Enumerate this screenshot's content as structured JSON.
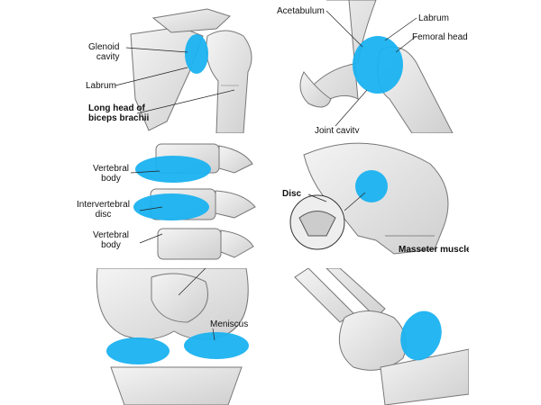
{
  "figure": {
    "panels": [
      {
        "id": "shoulder",
        "labels": {
          "glenoid": "Glenoid\ncavity",
          "labrum": "Labrum",
          "biceps": "Long head of\nbiceps brachii"
        }
      },
      {
        "id": "hip",
        "labels": {
          "acetabulum": "Acetabulum",
          "labrum": "Labrum",
          "femoral_head": "Femoral head",
          "joint_cavity": "Joint cavity"
        }
      },
      {
        "id": "spine",
        "labels": {
          "vertebral_body_top": "Vertebral\nbody",
          "intervertebral_disc": "Intervertebral\ndisc",
          "vertebral_body_bottom": "Vertebral\nbody"
        }
      },
      {
        "id": "tmj",
        "labels": {
          "disc": "Disc",
          "masseter": "Masseter muscle"
        }
      },
      {
        "id": "knee",
        "labels": {
          "meniscus": "Meniscus"
        }
      },
      {
        "id": "wrist",
        "labels": {}
      }
    ],
    "highlight_color": "#1ab2f0",
    "bone_color": "#e8e8e8",
    "outline_color": "#777777"
  }
}
